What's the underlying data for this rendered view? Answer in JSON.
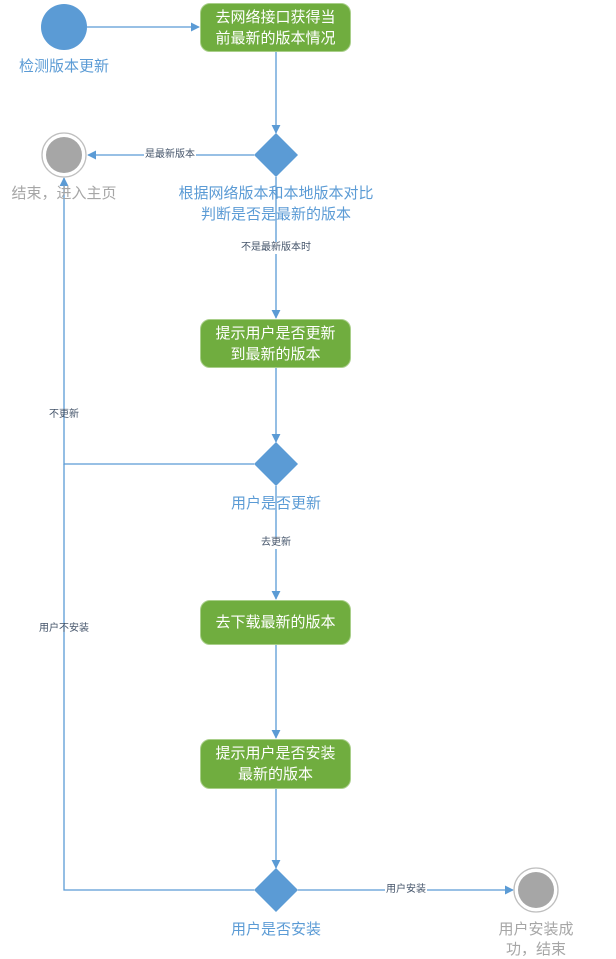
{
  "diagram": {
    "title": "",
    "colors": {
      "start": "#5b9bd5",
      "action": "#70ad3f",
      "decision": "#5b9bd5",
      "end_fill": "#a6a6a6",
      "end_ring": "#bfbfbf",
      "edge": "#5b9bd5",
      "edge_label": "#44546a",
      "node_label_blue": "#5b9bd5",
      "node_label_gray": "#a6a6a6"
    },
    "nodes": {
      "start": {
        "type": "start",
        "label": "检测版本更新"
      },
      "fetch": {
        "type": "action",
        "label": "去网络接口获得当\n前最新的版本情况"
      },
      "compare": {
        "type": "decision",
        "label": "根据网络版本和本地版本对比\n判断是否是最新的版本"
      },
      "end_home": {
        "type": "end",
        "label": "结束，进入主页"
      },
      "prompt_update": {
        "type": "action",
        "label": "提示用户是否更新\n到最新的版本"
      },
      "user_update": {
        "type": "decision",
        "label": "用户是否更新"
      },
      "download": {
        "type": "action",
        "label": "去下载最新的版本"
      },
      "prompt_install": {
        "type": "action",
        "label": "提示用户是否安装\n最新的版本"
      },
      "user_install": {
        "type": "decision",
        "label": "用户是否安装"
      },
      "end_success": {
        "type": "end",
        "label": "用户安装成功，结束"
      }
    },
    "edges": [
      {
        "from": "start",
        "to": "fetch",
        "label": ""
      },
      {
        "from": "fetch",
        "to": "compare",
        "label": ""
      },
      {
        "from": "compare",
        "to": "end_home",
        "label": "是最新版本"
      },
      {
        "from": "compare",
        "to": "prompt_update",
        "label": "不是最新版本时"
      },
      {
        "from": "prompt_update",
        "to": "user_update",
        "label": ""
      },
      {
        "from": "user_update",
        "to": "end_home",
        "label": "不更新"
      },
      {
        "from": "user_update",
        "to": "download",
        "label": "去更新"
      },
      {
        "from": "download",
        "to": "prompt_install",
        "label": ""
      },
      {
        "from": "prompt_install",
        "to": "user_install",
        "label": ""
      },
      {
        "from": "user_install",
        "to": "end_home",
        "label": "用户不安装"
      },
      {
        "from": "user_install",
        "to": "end_success",
        "label": "用户安装"
      }
    ]
  }
}
